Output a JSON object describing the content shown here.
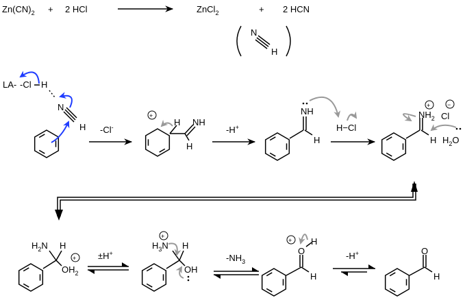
{
  "equation": {
    "reactant1": "Zn(CN)",
    "reactant1_sub": "2",
    "plus1": "+",
    "reactant2": "2 HCl",
    "product1": "ZnCl",
    "product1_sub": "2",
    "plus2": "+",
    "product2": "2 HCN",
    "hcn_n": "N",
    "hcn_h": "H"
  },
  "step1": {
    "la": "LA-",
    "cl": "-Cl",
    "h": "H",
    "n": "N",
    "h2": "H",
    "arrow_label": "-Cl",
    "arrow_sup": "-"
  },
  "step2": {
    "h": "H",
    "nh": "NH",
    "h2": "H",
    "plus": "+",
    "arrow_label": "-H",
    "arrow_sup": "+"
  },
  "step3": {
    "nh": "NH",
    "h": "H",
    "hcl": "H−Cl"
  },
  "step4": {
    "nh2": "NH",
    "nh2_sub": "2",
    "cl": "Cl",
    "h": "H",
    "h2o": "H",
    "h2o_sub": "2",
    "h2o_o": "O",
    "plus": "+",
    "minus": "−"
  },
  "row3": {
    "m1": {
      "h2n": "H",
      "h2n_sub": "2",
      "h2n_n": "N",
      "h": "H",
      "oh2": "OH",
      "oh2_sub": "2",
      "plus": "+"
    },
    "eq1_label": "±H",
    "eq1_sup": "+",
    "m2": {
      "h3n": "H",
      "h3n_sub": "3",
      "h3n_n": "N",
      "h": "H",
      "oh": "OH",
      "plus": "+"
    },
    "eq2_label": "-NH",
    "eq2_sub": "3",
    "m3": {
      "o": "O",
      "h": "H",
      "h2": "H",
      "plus": "+"
    },
    "eq3_label": "-H",
    "eq3_sup": "+",
    "m4": {
      "o": "O",
      "h": "H"
    }
  }
}
